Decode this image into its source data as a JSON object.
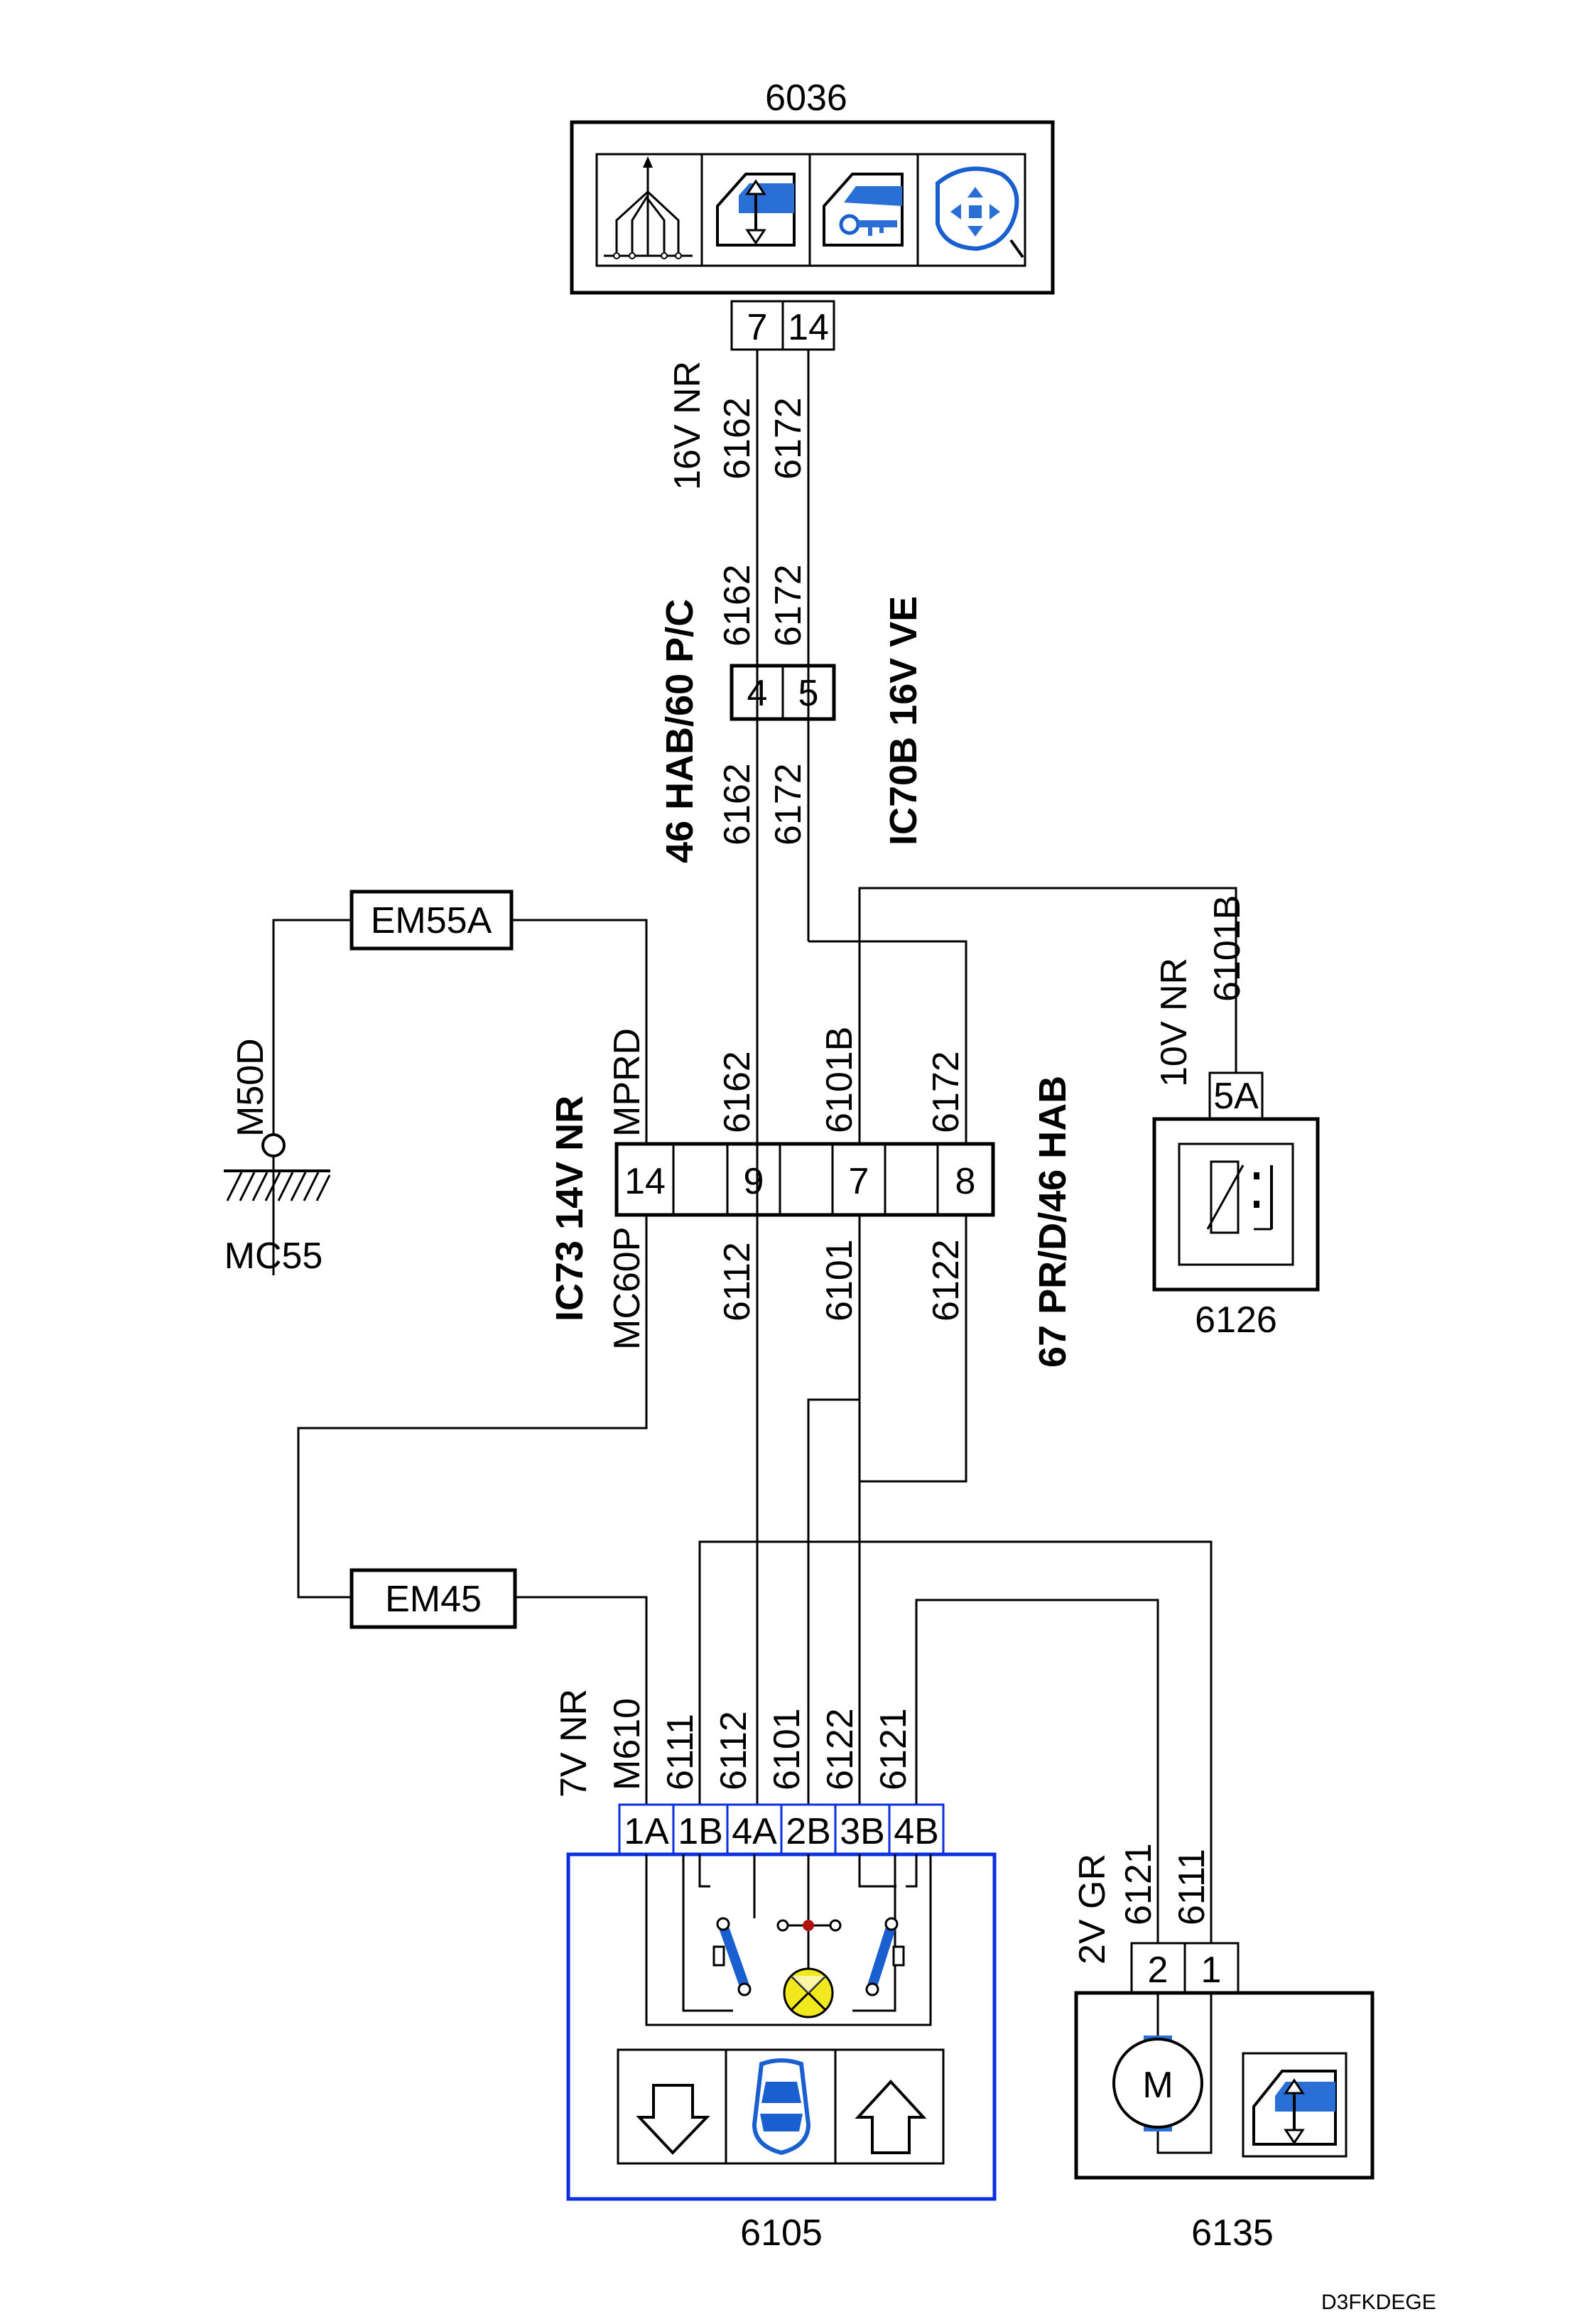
{
  "units": {
    "u6036": {
      "label": "6036"
    },
    "u6126": {
      "label": "6126"
    },
    "u6105": {
      "label": "6105"
    },
    "u6135": {
      "label": "6135"
    }
  },
  "pins": {
    "u6036_a": "7",
    "u6036_b": "14",
    "ic70b_a": "4",
    "ic70b_b": "5",
    "ic73_a": "14",
    "ic73_b": "9",
    "ic73_c": "7",
    "ic73_d": "8",
    "u6126": "5A",
    "u6105": [
      "1A",
      "1B",
      "4A",
      "2B",
      "3B",
      "4B"
    ],
    "u6135_a": "2",
    "u6135_b": "1"
  },
  "connectors": {
    "top": "16V NR",
    "ic70b_spec": "46 HAB/60 P/C",
    "ic70b_name": "IC70B 16V VE",
    "ic73_name": "IC73 14V NR",
    "ic73_spec": "67 PR/D/46 HAB",
    "u6126": "10V NR",
    "u6105": "7V NR",
    "u6135": "2V GR"
  },
  "wires": {
    "w6162": "6162",
    "w6172": "6172",
    "w6101B": "6101B",
    "w6112": "6112",
    "w6101": "6101",
    "w6122": "6122",
    "w6111": "6111",
    "w6121": "6121"
  },
  "grounds": {
    "em55a": "EM55A",
    "em45": "EM45",
    "m50d": "M50D",
    "mc55": "MC55",
    "mprd": "MPRD",
    "mc60p": "MC60P",
    "m610": "M610"
  },
  "motor": {
    "symbol": "M"
  },
  "footer": {
    "code": "D3FKDEGE"
  },
  "icons": [
    "wiring-harness-icon",
    "window-lift-icon",
    "door-key-icon",
    "mirror-adjust-icon",
    "arrow-down-icon",
    "car-top-view-icon",
    "arrow-up-icon",
    "lamp-icon",
    "motor-icon",
    "thermal-switch-icon"
  ],
  "colors": {
    "line": "#000000",
    "accent": "#1a5fd0",
    "frame": "#0a2ee0",
    "lamp": "#f1e81e"
  }
}
